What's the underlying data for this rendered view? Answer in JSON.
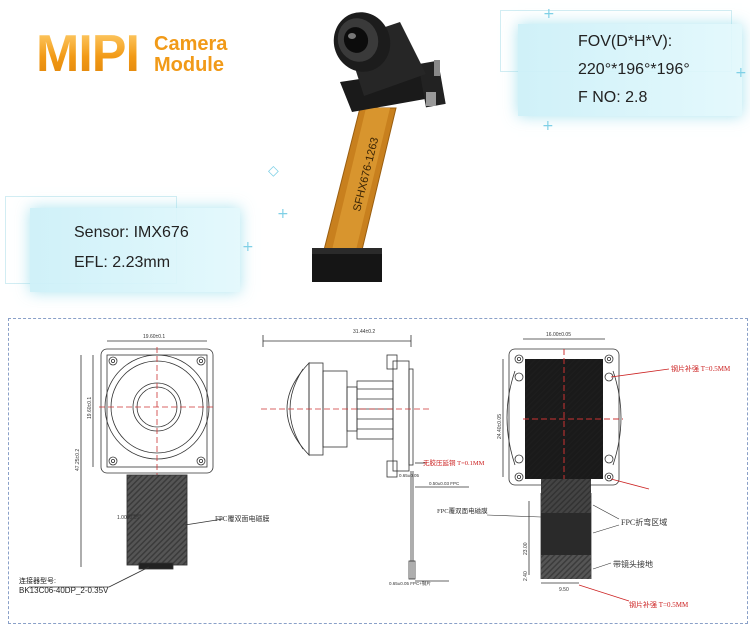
{
  "header": {
    "brand": "MIPI",
    "subtitle_line1": "Camera",
    "subtitle_line2": "Module"
  },
  "specs_right": {
    "fov": "FOV(D*H*V):",
    "fov_value": "220°*196°*196°",
    "fno": "F NO: 2.8"
  },
  "specs_left": {
    "sensor": "Sensor: IMX676",
    "efl": "EFL: 2.23mm"
  },
  "module": {
    "fpc_label": "SFHX676-1263"
  },
  "drawing": {
    "front": {
      "width_dim": "19.60±0.1",
      "height_dim1": "19.60±0.1",
      "height_dim2": "47.25±0.2",
      "fpc_dim": "1.00±0.05",
      "fpc_note": "FPC覆双面电磁膜",
      "connector_label": "连接器型号:",
      "connector_model": "BK13C06-40DP_2-0.35V"
    },
    "side": {
      "length_dim": "31.44±0.2",
      "stiffener_note": "无胶压延铜 T=0.1MM",
      "fpc_thick": "0.50±0.03 FPC",
      "dim_a": "0.65±0.05",
      "dim_b": "0.50±0.03",
      "stiffener_bottom": "0.65±0.05 FPC+钢片"
    },
    "back": {
      "width_dim": "16.00±0.05",
      "height_dim": "24.40±0.05",
      "steel_top": "钢片补强 T=0.5MM",
      "fpc_note": "FPC覆双面电磁膜",
      "fold_area": "FPC折弯区域",
      "ground_note": "带镜头接地",
      "steel_bottom": "钢片补强 T=0.5MM",
      "fpc_width": "9.50",
      "dim_23": "23.00",
      "dim_240": "2.40"
    }
  }
}
